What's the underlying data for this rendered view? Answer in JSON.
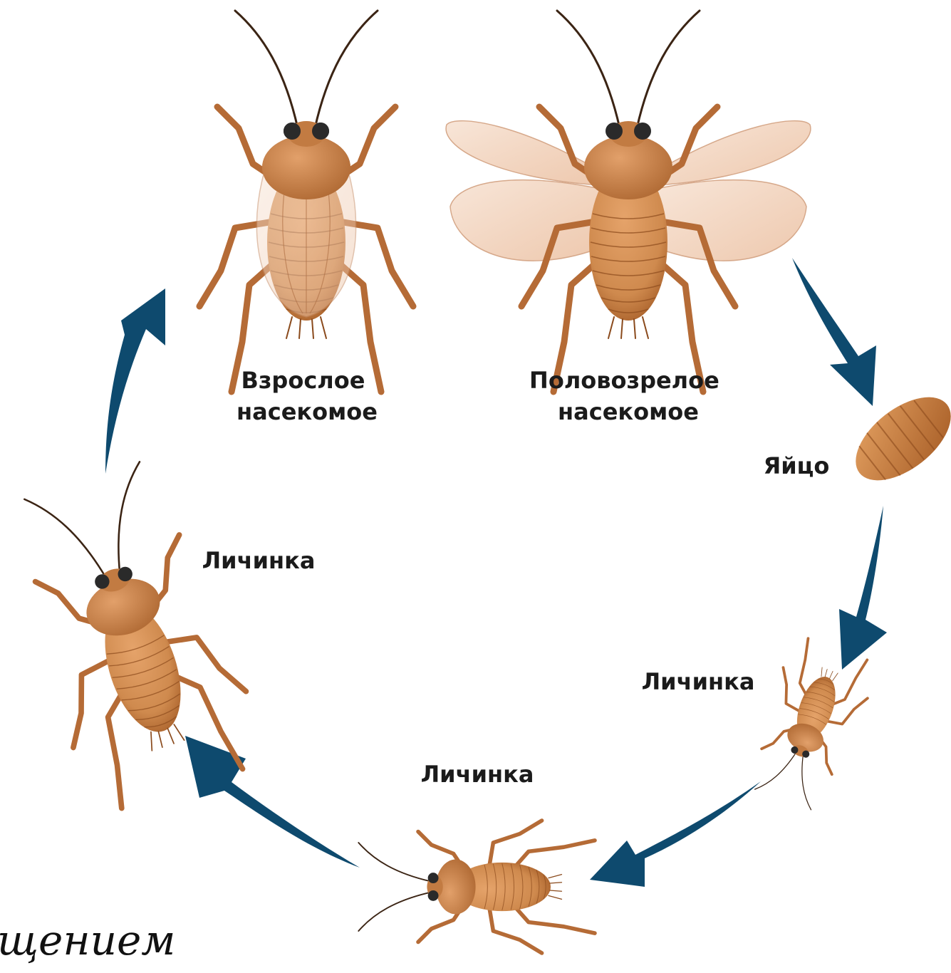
{
  "diagram": {
    "stages": [
      {
        "id": "adult",
        "label_lines": [
          "Взрослое",
          "насекомое"
        ]
      },
      {
        "id": "mature",
        "label_lines": [
          "Половозрелое",
          "насекомое"
        ]
      },
      {
        "id": "egg",
        "label_lines": [
          "Яйцо"
        ]
      },
      {
        "id": "nymph1",
        "label_lines": [
          "Личинка"
        ]
      },
      {
        "id": "nymph2",
        "label_lines": [
          "Личинка"
        ]
      },
      {
        "id": "nymph3",
        "label_lines": [
          "Личинка"
        ]
      }
    ],
    "partial_caption": "щением",
    "colors": {
      "arrow": "#0e4a6e",
      "body": "#cf8a4e",
      "body_dark": "#a8602a",
      "wing": "#f1d2bd",
      "antenna": "#3b2414",
      "text": "#1b1b1b"
    }
  }
}
